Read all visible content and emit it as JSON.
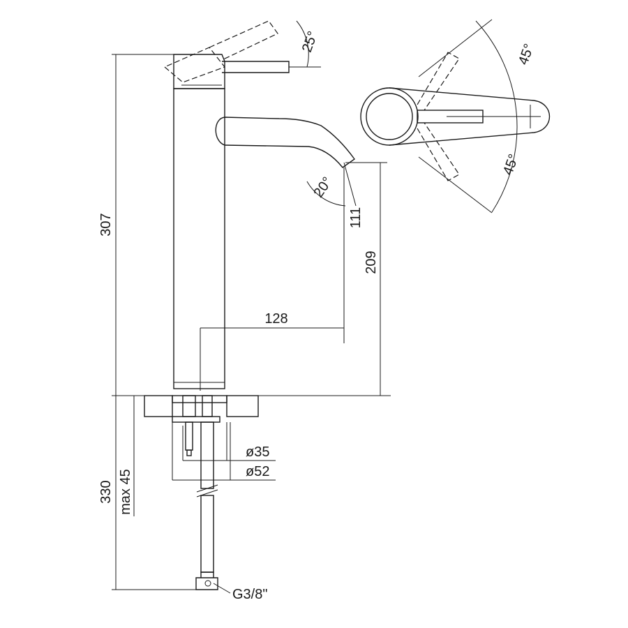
{
  "dimensions": {
    "total_height": "307",
    "spout_height": "209",
    "spout_drop": "111",
    "spout_reach": "128",
    "lever_tilt": "25°",
    "spout_angle": "20°",
    "rotation_top": "45°",
    "rotation_bottom": "45°",
    "base_diameter_inner": "ø35",
    "base_diameter_outer": "ø52",
    "hose_length": "330",
    "max_deck": "max 45",
    "connection": "G3/8\""
  }
}
